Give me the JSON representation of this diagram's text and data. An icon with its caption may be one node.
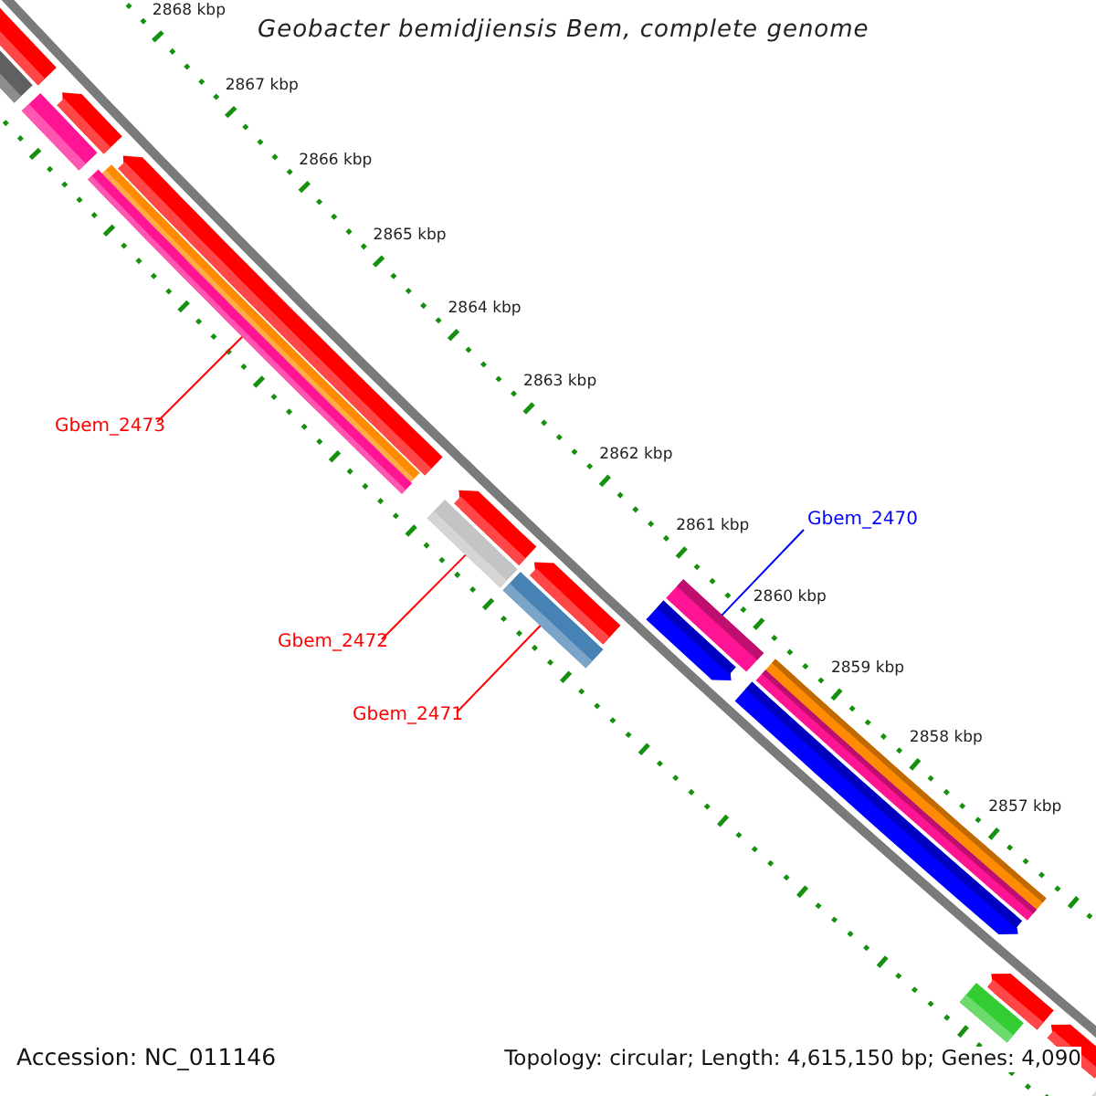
{
  "diagram": {
    "title": "Geobacter bemidjiensis Bem, complete genome",
    "nodes": [
      {
        "text": [
          "Gbem_2473"
        ]
      },
      {
        "text": [],
        "shape": "bar"
      },
      {
        "text": [
          "Gbem_2472"
        ]
      },
      {
        "text": [],
        "shape": "bar"
      },
      {
        "text": [
          "Gbem_2471"
        ]
      },
      {
        "text": [],
        "shape": "bar"
      },
      {
        "text": [
          "Gbem_2470"
        ]
      },
      {
        "text": [],
        "shape": "bar"
      }
    ],
    "edges": [
      {
        "from": 0,
        "to": 1,
        "arrow": "none"
      },
      {
        "from": 2,
        "to": 3,
        "arrow": "none"
      },
      {
        "from": 4,
        "to": 5,
        "arrow": "none"
      },
      {
        "from": 6,
        "to": 7,
        "arrow": "none",
        "color": "#0000ff"
      }
    ],
    "labels": [
      "2868 kbp",
      "2867 kbp",
      "2866 kbp",
      "2865 kbp",
      "2864 kbp",
      "2863 kbp",
      "2862 kbp",
      "2861 kbp",
      "2860 kbp",
      "2859 kbp",
      "2858 kbp",
      "2857 kbp",
      "Accession: NC_011146",
      "Topology: circular; Length: 4,615,150 bp; Genes: 4,090"
    ]
  }
}
